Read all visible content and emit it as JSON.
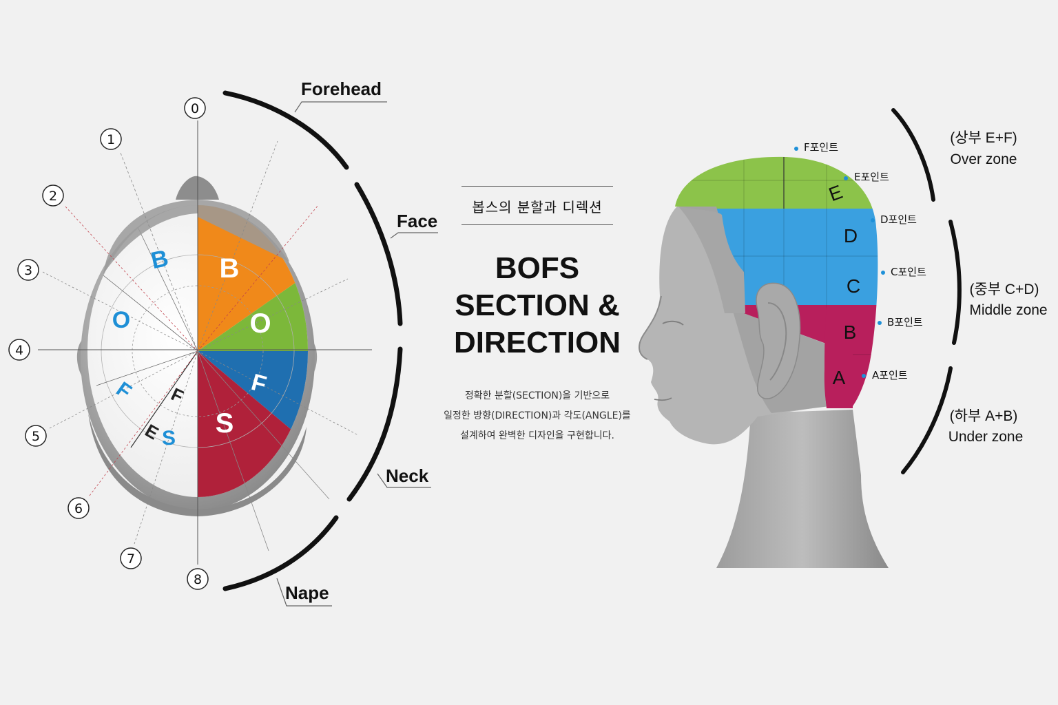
{
  "header": {
    "subtitle": "봅스의 분할과 디렉션",
    "title_lines": [
      "BOFS",
      "SECTION &",
      "DIRECTION"
    ],
    "description_lines": [
      "정확한 분할(SECTION)을 기반으로",
      "일정한 방향(DIRECTION)과 각도(ANGLE)를",
      "설계하여 완벽한 디자인을 구현합니다."
    ]
  },
  "top_view": {
    "direction_numbers": [
      "0",
      "1",
      "2",
      "3",
      "4",
      "5",
      "6",
      "7",
      "8"
    ],
    "arc_labels": [
      "Forehead",
      "Face",
      "Neck",
      "Nape"
    ],
    "section_letters": {
      "colored": [
        {
          "letter": "B",
          "color": "#f0891a"
        },
        {
          "letter": "O",
          "color": "#7cb83a"
        },
        {
          "letter": "F",
          "color": "#1f6fb0"
        },
        {
          "letter": "S",
          "color": "#b0213a"
        }
      ],
      "outline_blue": [
        "B",
        "O",
        "F",
        "S"
      ],
      "outline_dark": [
        "F",
        "E"
      ]
    }
  },
  "side_view": {
    "zone_letters": [
      "E",
      "D",
      "C",
      "B",
      "A"
    ],
    "points": [
      "F포인트",
      "E포인트",
      "D포인트",
      "C포인트",
      "B포인트",
      "A포인트"
    ],
    "zones": [
      {
        "korean": "(상부 E+F)",
        "english": "Over zone"
      },
      {
        "korean": "(중부 C+D)",
        "english": "Middle zone"
      },
      {
        "korean": "(하부 A+B)",
        "english": "Under zone"
      }
    ]
  },
  "colors": {
    "orange": "#f0891a",
    "green": "#7cb83a",
    "blue": "#2f9be0",
    "blue_dark": "#1f6fb0",
    "red": "#b0213a",
    "magenta": "#b81f5c",
    "side_green": "#8cc34a",
    "side_blue": "#3aa0e0",
    "head_gray": "#a8a8a8",
    "point_dot": "#1e90d8"
  }
}
